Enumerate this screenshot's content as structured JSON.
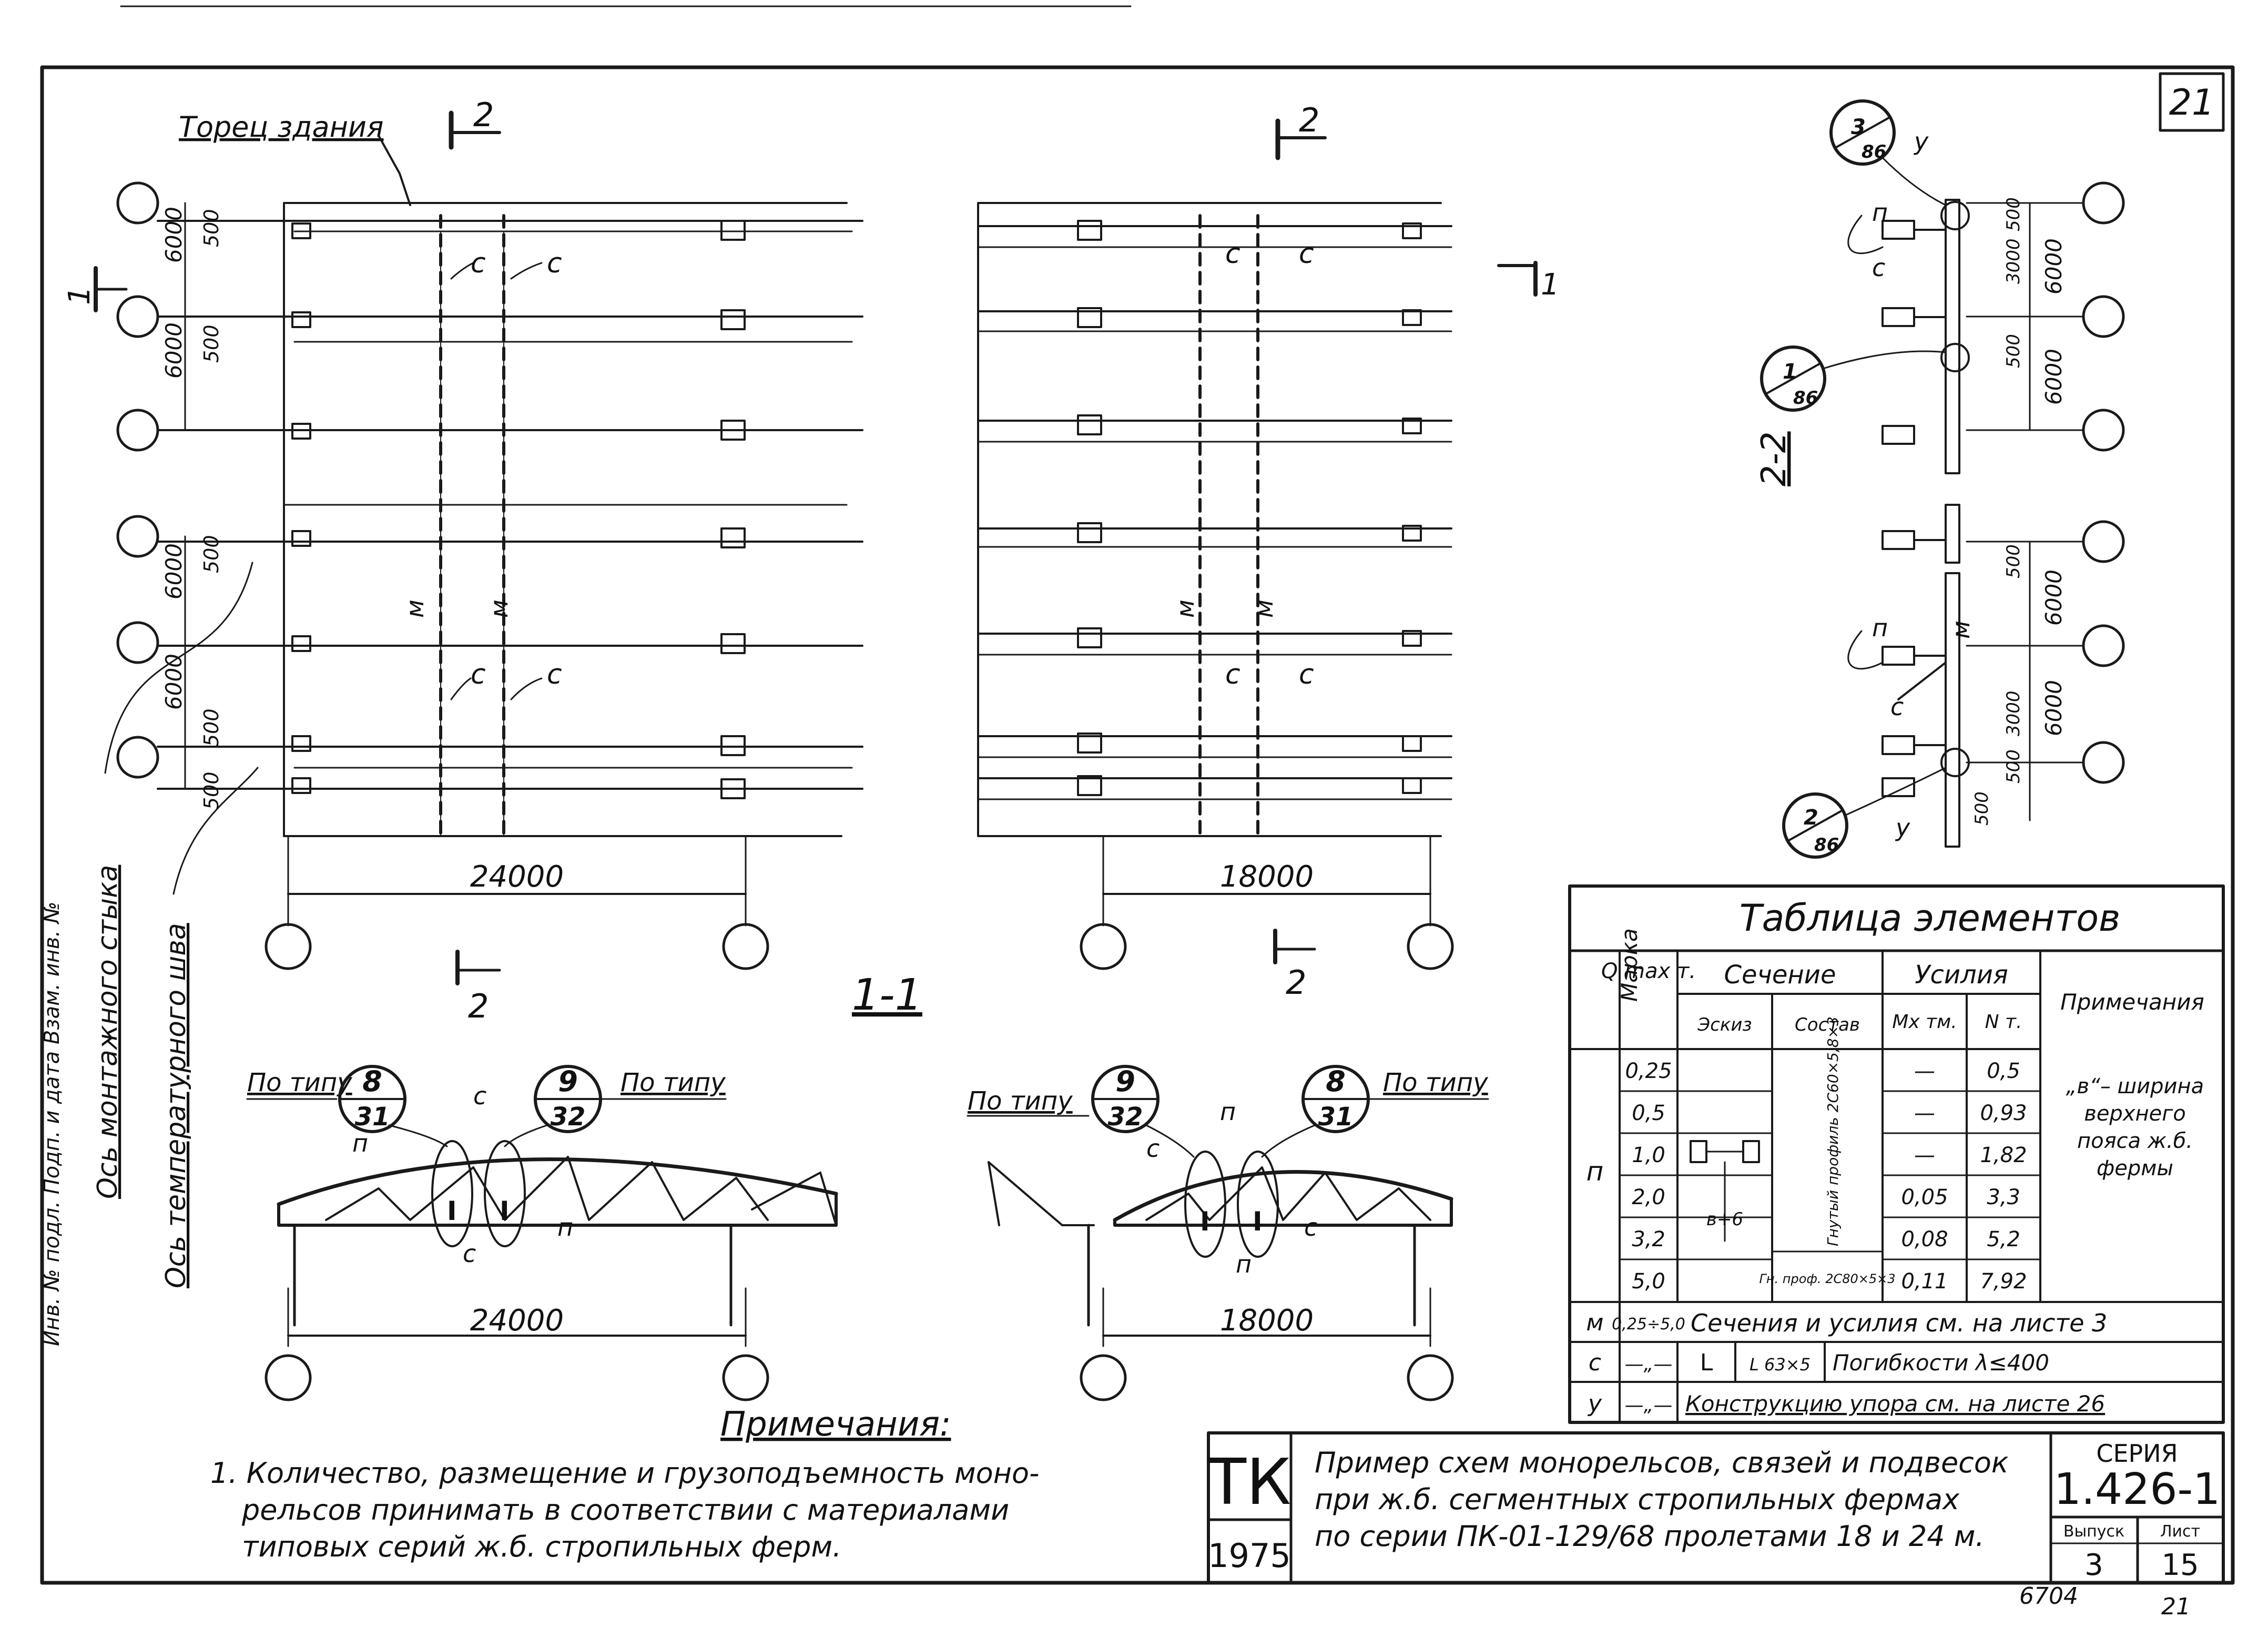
{
  "sheet": {
    "page_no": "21",
    "bottom_inv": "6704",
    "bottom_page": "21"
  },
  "plan": {
    "end_label": "Торец здания",
    "cut_22": "2",
    "cut_11": "1",
    "dim_6000": "6000",
    "dim_500": "500",
    "dim_3000": "3000",
    "dim_24000": "24000",
    "dim_18000": "18000",
    "mark_c": "с",
    "mark_m": "м",
    "mark_n": "п",
    "mark_y": "у",
    "axis_mount": "Ось монтажного стыка",
    "axis_temp": "Ось температурного шва",
    "side_stamp": "Инв. № подл.  Подп. и дата  Взам. инв. №"
  },
  "section22": {
    "title": "2-2",
    "bubbles": [
      {
        "top": "3",
        "bottom": "86"
      },
      {
        "top": "1",
        "bottom": "86"
      },
      {
        "top": "2",
        "bottom": "86"
      }
    ]
  },
  "section11": {
    "title": "1-1",
    "po_tipu": "По типу",
    "bubbles_left": [
      {
        "top": "8",
        "bottom": "31"
      },
      {
        "top": "9",
        "bottom": "32"
      }
    ],
    "bubbles_right": [
      {
        "top": "9",
        "bottom": "32"
      },
      {
        "top": "8",
        "bottom": "31"
      }
    ]
  },
  "table": {
    "title": "Таблица элементов",
    "headers": {
      "mark": "Марка",
      "q": "Q max т.",
      "section": "Сечение",
      "sketch": "Эскиз",
      "composition": "Состав",
      "forces": "Усилия",
      "mx": "Мx тм.",
      "n": "N т.",
      "notes": "Примечания"
    },
    "p_rows": [
      {
        "q": "0,25",
        "mx": "—",
        "n": "0,5"
      },
      {
        "q": "0,5",
        "mx": "—",
        "n": "0,93"
      },
      {
        "q": "1,0",
        "mx": "—",
        "n": "1,82"
      },
      {
        "q": "2,0",
        "mx": "0,05",
        "n": "3,3"
      },
      {
        "q": "3,2",
        "mx": "0,08",
        "n": "5,2"
      },
      {
        "q": "5,0",
        "mx": "0,11",
        "n": "7,92"
      }
    ],
    "p_mark": "п",
    "p_composition_1": "Гнутый профиль 2С60×5,8×3",
    "p_composition_2": "Гн. проф. 2С80×5×3",
    "p_sketch_label": "в+6",
    "p_note": "„в“– ширина верхнего пояса ж.б. фермы",
    "row_m": {
      "mark": "м",
      "q": "0,25÷5,0",
      "text": "Сечения и усилия см. на листе 3"
    },
    "row_c": {
      "mark": "с",
      "q": "—„—",
      "sketch": "L",
      "comp": "L 63×5",
      "text": "Погибкости λ≤400"
    },
    "row_y": {
      "mark": "у",
      "q": "—„—",
      "text": "Конструкцию упора см. на листе 26"
    }
  },
  "notes": {
    "heading": "Примечания:",
    "line1": "1. Количество, размещение и грузоподъемность моно-",
    "line2": "рельсов принимать в соответствии с материалами",
    "line3": "типовых серий ж.б. стропильных ферм."
  },
  "title_block": {
    "org": "ТК",
    "year": "1975",
    "desc1": "Пример схем монорельсов, связей и подвесок",
    "desc2": "при ж.б. сегментных стропильных фермах",
    "desc3": "по серии ПК-01-129/68 пролетами 18 и 24 м.",
    "series_label": "СЕРИЯ",
    "series": "1.426-1",
    "vyp_label": "Выпуск",
    "vyp": "3",
    "list_label": "Лист",
    "list": "15"
  }
}
